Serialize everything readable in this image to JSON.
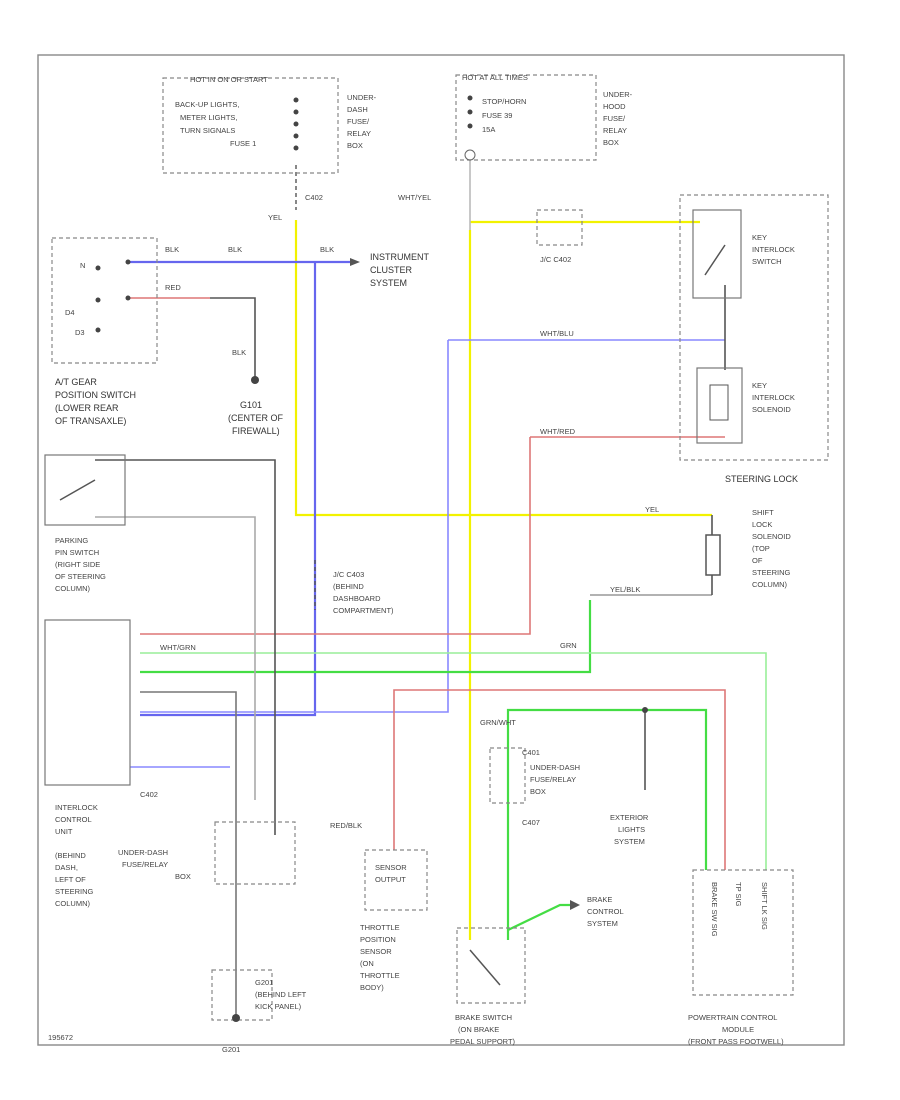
{
  "components": {
    "fuse_box_1": {
      "title": "HOT IN ON OR START",
      "lines": [
        "BACK-UP LIGHTS,",
        "METER LIGHTS,",
        "TURN SIGNALS",
        "FUSE 1"
      ],
      "side": [
        "UNDER-",
        "DASH",
        "FUSE/",
        "RELAY",
        "BOX"
      ]
    },
    "fuse_box_2": {
      "title": "HOT AT ALL TIMES",
      "lines": [
        "STOP/HORN",
        "FUSE 39",
        "15A"
      ],
      "side": [
        "UNDER-",
        "HOOD",
        "FUSE/",
        "RELAY",
        "BOX"
      ]
    },
    "instrument_cluster": [
      "INSTRUMENT",
      "CLUSTER",
      "SYSTEM"
    ],
    "gear_switch": [
      "A/T GEAR",
      "POSITION SWITCH",
      "(LOWER REAR",
      "OF TRANSAXLE)"
    ],
    "g101": [
      "G101",
      "(CENTER OF",
      "FIREWALL)"
    ],
    "key_interlock_switch": [
      "KEY",
      "INTERLOCK",
      "SWITCH"
    ],
    "key_interlock_solenoid": [
      "KEY",
      "INTERLOCK",
      "SOLENOID"
    ],
    "steering_lock": "STEERING LOCK",
    "jc_402": "J/C C402",
    "shift_lock_solenoid": [
      "SHIFT",
      "LOCK",
      "SOLENOID",
      "(TOP",
      "OF",
      "STEERING",
      "COLUMN)"
    ],
    "park_switch": [
      "PARKING",
      "PIN SWITCH",
      "(RIGHT SIDE",
      "OF STEERING",
      "COLUMN)"
    ],
    "jc_behind_dash": [
      "J/C C403",
      "(BEHIND",
      "DASHBOARD",
      "COMPARTMENT)"
    ],
    "interlock_unit": [
      "INTERLOCK",
      "CONTROL",
      "UNIT",
      "(BEHIND",
      "DASH,",
      "LEFT OF",
      "STEERING",
      "COLUMN)"
    ],
    "c402_label": "C402",
    "underdash_relay": [
      "UNDER-DASH",
      "FUSE/RELAY",
      "BOX"
    ],
    "underdash_relay_2": [
      "UNDER-DASH",
      "FUSE/RELAY",
      "BOX"
    ],
    "g201": [
      "G201",
      "(BEHIND LEFT",
      "KICK PANEL)"
    ],
    "g201_label": "G201",
    "tp_sensor": [
      "THROTTLE",
      "POSITION",
      "SENSOR",
      "(ON",
      "THROTTLE",
      "BODY)"
    ],
    "tp_box": [
      "SENSOR",
      "OUTPUT"
    ],
    "brake_switch": [
      "BRAKE SWITCH",
      "(ON BRAKE",
      "PEDAL SUPPORT)"
    ],
    "brake_control": [
      "BRAKE",
      "CONTROL",
      "SYSTEM"
    ],
    "exterior_lights": [
      "EXTERIOR",
      "LIGHTS",
      "SYSTEM"
    ],
    "pcm": [
      "POWERTRAIN CONTROL",
      "MODULE",
      "(FRONT PASS FOOTWELL)"
    ],
    "pcm_pins": [
      "BRAKE SW SIG",
      "TP SIG",
      "SHIFT LK SIG"
    ]
  },
  "wire_labels": {
    "c402_a": "C402",
    "yel": "YEL",
    "wht_yel": "WHT/YEL",
    "blk_1": "BLK",
    "blk_2": "BLK",
    "blk_3": "BLK",
    "red": "RED",
    "blk_g": "BLK",
    "wht_blu": "WHT/BLU",
    "wht_red": "WHT/RED",
    "yel_2": "YEL",
    "yel_blk": "YEL/BLK",
    "grn": "GRN",
    "red_blk": "RED/BLK",
    "wht_grn": "WHT/GRN",
    "grn_wht": "GRN/WHT",
    "c401": "C401",
    "c407": "C407",
    "gear_n": "N",
    "gear_d4": "D4",
    "gear_d3": "D3"
  },
  "footer_code": "195672"
}
